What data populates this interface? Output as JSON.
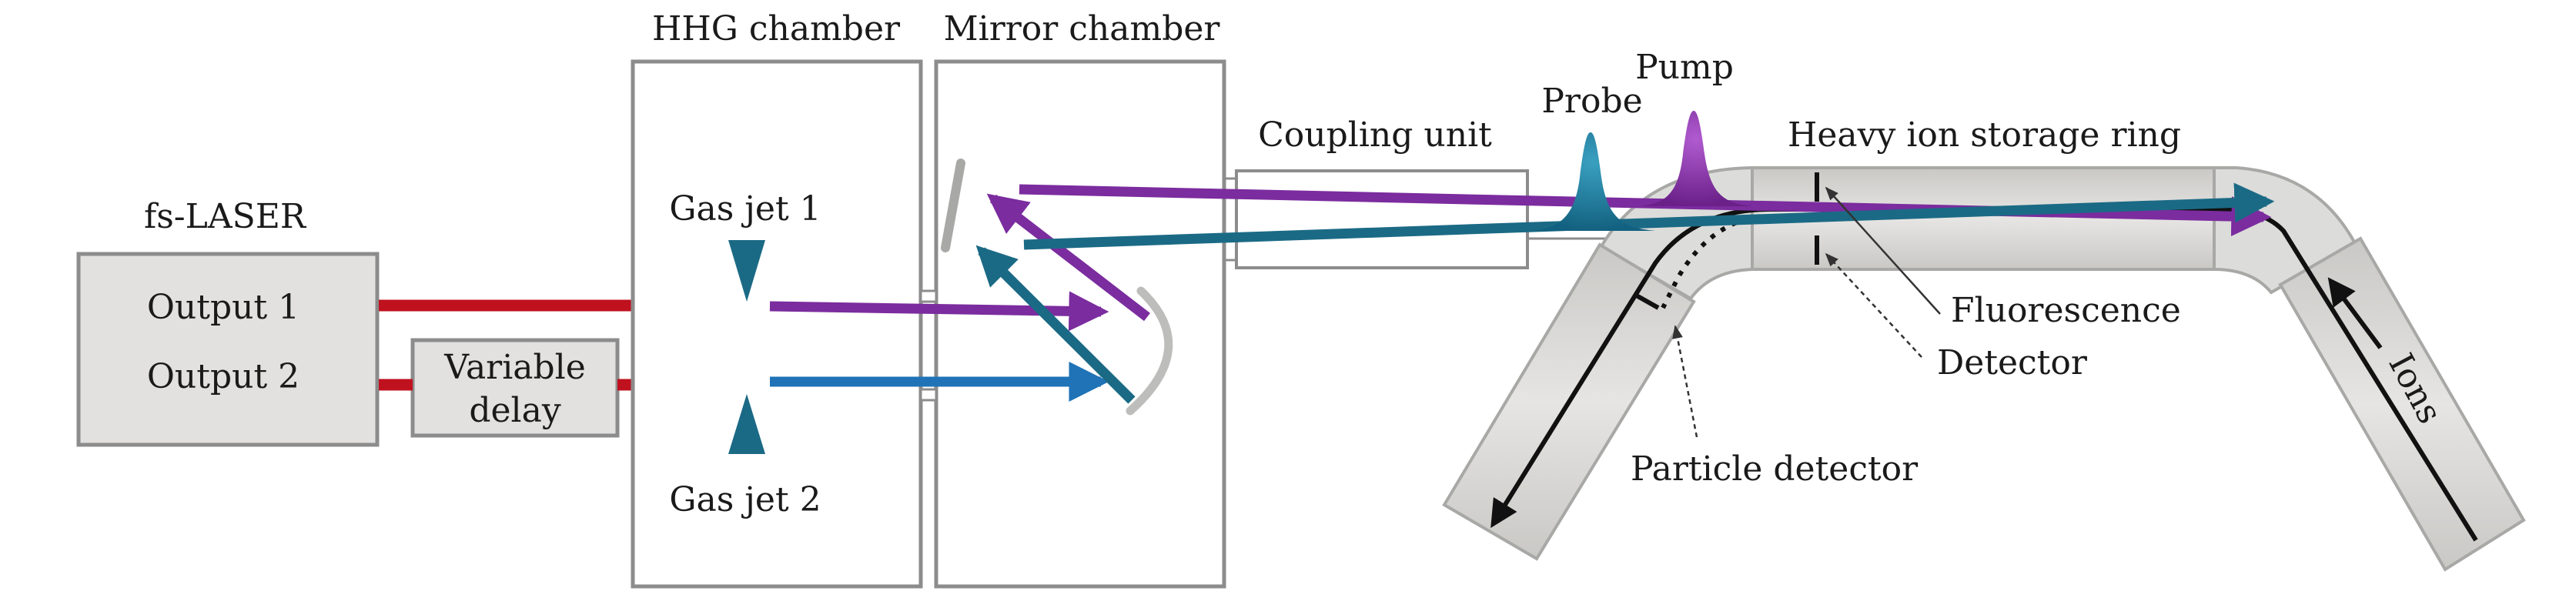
{
  "labels": {
    "laser": "fs-LASER",
    "output1": "Output 1",
    "output2": "Output 2",
    "variable": "Variable",
    "delay": "delay",
    "hhg": "HHG chamber",
    "mirror": "Mirror chamber",
    "gas_jet_1": "Gas jet 1",
    "gas_jet_2": "Gas jet 2",
    "coupling": "Coupling unit",
    "probe": "Probe",
    "pump": "Pump",
    "ring": "Heavy ion storage ring",
    "fluorescence": "Fluorescence",
    "detector": "Detector",
    "particle_detector": "Particle detector",
    "ions": "Ions"
  },
  "colors": {
    "laser_red": "#c0111f",
    "purple": "#7b2c9e",
    "blue": "#1f73b6",
    "teal": "#1b6a85",
    "box_fill": "#e2e1df",
    "box_stroke": "#8c8c8c",
    "ring_fill": "#dcdcda"
  }
}
